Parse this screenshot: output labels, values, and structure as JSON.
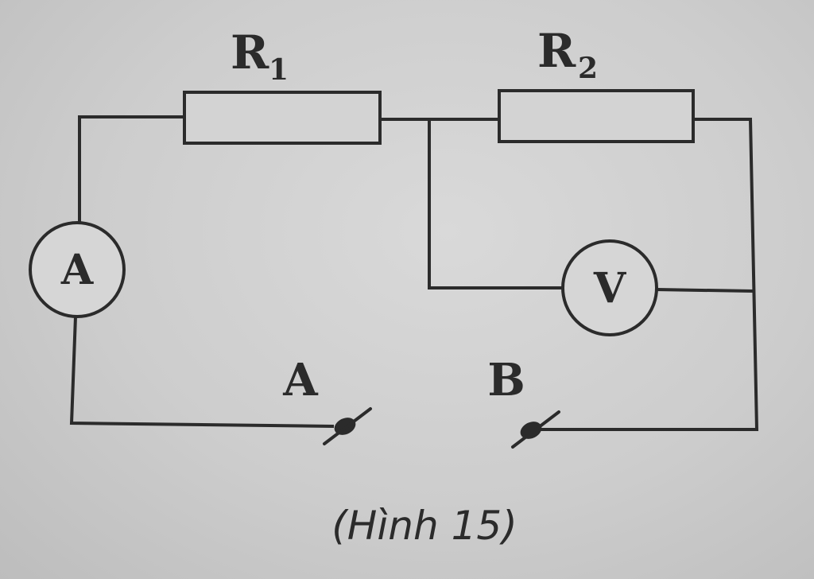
{
  "diagram": {
    "resistors": [
      {
        "id": "r1",
        "label": "R",
        "subscript": "1"
      },
      {
        "id": "r2",
        "label": "R",
        "subscript": "2"
      }
    ],
    "ammeter": {
      "symbol": "A"
    },
    "voltmeter": {
      "symbol": "V"
    },
    "terminals": [
      {
        "id": "a",
        "label": "A"
      },
      {
        "id": "b",
        "label": "B"
      }
    ],
    "caption": "(Hình 15)"
  }
}
